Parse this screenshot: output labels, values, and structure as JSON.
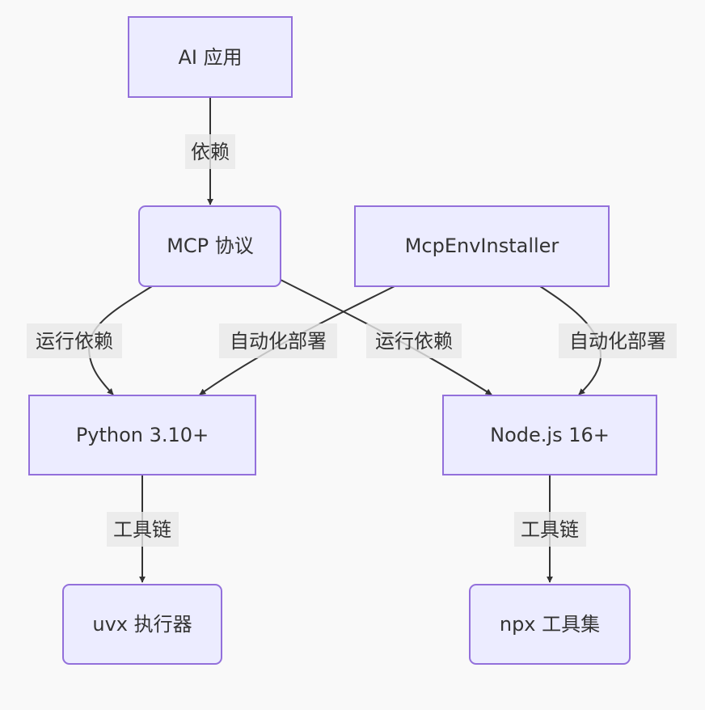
{
  "diagram": {
    "type": "flowchart",
    "direction": "top-down",
    "colors": {
      "node_fill": "#ececff",
      "node_stroke": "#9370db",
      "edge": "#333333",
      "label_bg": "#e8e8e8",
      "text": "#333333",
      "background": "#f9f9f9"
    },
    "nodes": [
      {
        "id": "ai_app",
        "label": "AI 应用",
        "shape": "rect"
      },
      {
        "id": "mcp",
        "label": "MCP 协议",
        "shape": "rounded"
      },
      {
        "id": "installer",
        "label": "McpEnvInstaller",
        "shape": "rect"
      },
      {
        "id": "python",
        "label": "Python 3.10+",
        "shape": "rect"
      },
      {
        "id": "node",
        "label": "Node.js 16+",
        "shape": "rect"
      },
      {
        "id": "uvx",
        "label": "uvx 执行器",
        "shape": "rounded"
      },
      {
        "id": "npx",
        "label": "npx 工具集",
        "shape": "rounded"
      }
    ],
    "edges": [
      {
        "from": "ai_app",
        "to": "mcp",
        "label": "依赖"
      },
      {
        "from": "mcp",
        "to": "python",
        "label": "运行依赖"
      },
      {
        "from": "installer",
        "to": "python",
        "label": "自动化部署"
      },
      {
        "from": "mcp",
        "to": "node",
        "label": "运行依赖"
      },
      {
        "from": "installer",
        "to": "node",
        "label": "自动化部署"
      },
      {
        "from": "python",
        "to": "uvx",
        "label": "工具链"
      },
      {
        "from": "node",
        "to": "npx",
        "label": "工具链"
      }
    ]
  }
}
